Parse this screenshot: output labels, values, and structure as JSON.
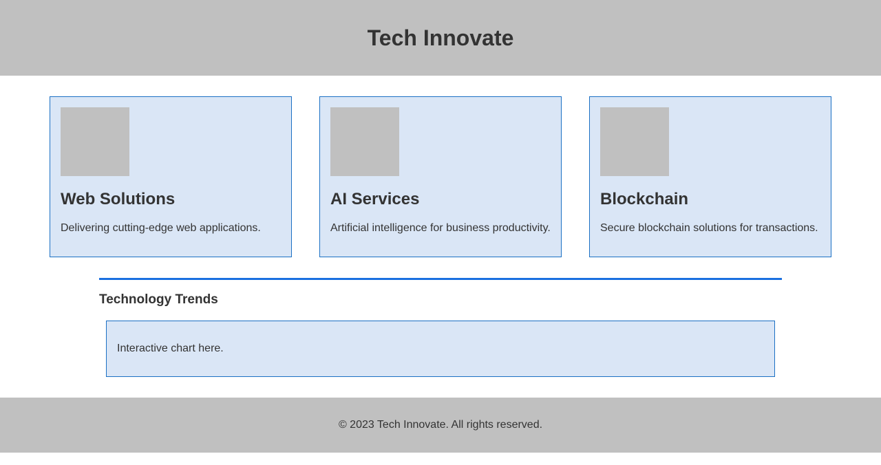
{
  "header": {
    "title": "Tech Innovate"
  },
  "cards": [
    {
      "title": "Web Solutions",
      "description": "Delivering cutting-edge web applications."
    },
    {
      "title": "AI Services",
      "description": "Artificial intelligence for business productivity."
    },
    {
      "title": "Blockchain",
      "description": "Secure blockchain solutions for transactions."
    }
  ],
  "trends": {
    "title": "Technology Trends",
    "chart_placeholder": "Interactive chart here."
  },
  "footer": {
    "text": "© 2023 Tech Innovate. All rights reserved."
  },
  "colors": {
    "header_bg": "#c0c0c0",
    "card_bg": "#dae6f6",
    "card_border": "#1a6fc4",
    "accent_rule": "#1a6fe0",
    "text": "#333333"
  }
}
